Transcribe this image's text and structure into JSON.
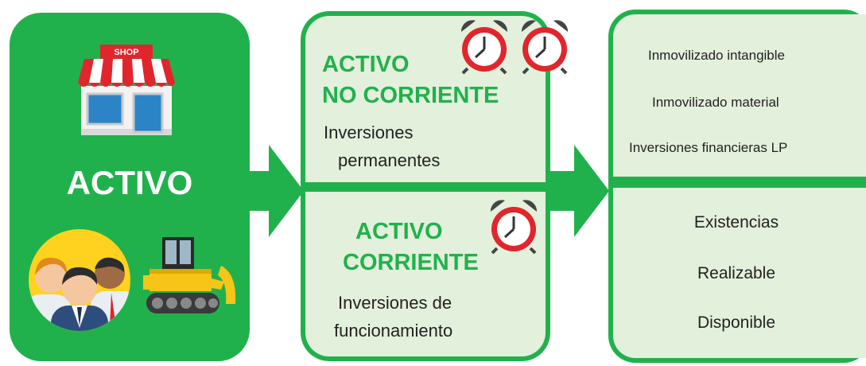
{
  "left": {
    "title": "ACTIVO",
    "shop_sign": "SHOP",
    "icons": [
      "shop-icon",
      "people-icon",
      "bulldozer-icon"
    ]
  },
  "non_current": {
    "heading_line1": "ACTIVO",
    "heading_line2": "NO CORRIENTE",
    "desc_line1": "Inversiones",
    "desc_line2": "permanentes",
    "icons": [
      "alarm-clock-icon",
      "alarm-clock-icon"
    ]
  },
  "current": {
    "heading_line1": "ACTIVO",
    "heading_line2": "CORRIENTE",
    "desc_line1": "Inversiones de",
    "desc_line2": "funcionamiento",
    "icons": [
      "alarm-clock-icon"
    ]
  },
  "non_current_items": [
    "Inmovilizado intangible",
    "Inmovilizado material",
    "Inversiones financieras LP"
  ],
  "current_items": [
    "Existencias",
    "Realizable",
    "Disponible"
  ],
  "colors": {
    "green": "#21b14c",
    "panel": "#e3f0dc",
    "text": "#222222",
    "clock_red": "#e0262c"
  }
}
